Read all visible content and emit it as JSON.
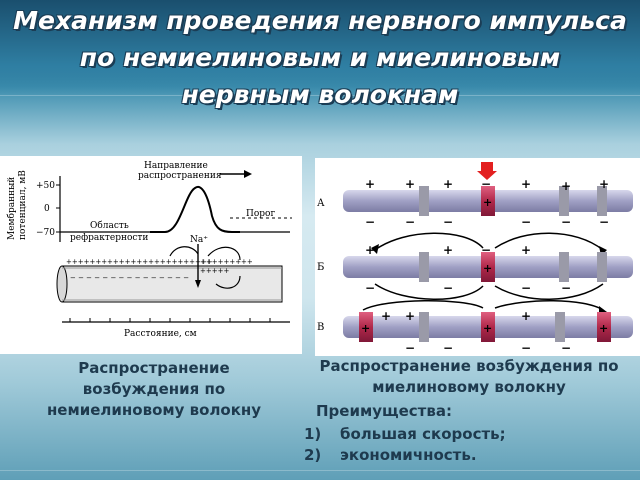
{
  "title": {
    "line1": "Механизм проведения нервного импульса",
    "line2": "по немиелиновым и миелиновым",
    "line3": "нервным волокнам"
  },
  "left_figure": {
    "direction_label_1": "Направление",
    "direction_label_2": "распространения",
    "ylabel_1": "Мембранный",
    "ylabel_2": "потенциал, мВ",
    "tick_top": "+50",
    "tick_mid": "0",
    "tick_bottom": "−70",
    "threshold_label": "Порог",
    "refractory_label_1": "Область",
    "refractory_label_2": "рефрактерности",
    "ion_label": "Na⁺",
    "xlabel": "Расстояние, см"
  },
  "right_figure": {
    "row_labels": [
      "А",
      "Б",
      "В"
    ]
  },
  "captions": {
    "left_line1": "Распространение",
    "left_line2": "возбуждения по",
    "left_line3": "немиелиновому волокну",
    "right_line1": "Распространение возбуждения по",
    "right_line2": "миелиновому волокну"
  },
  "advantages": {
    "heading": "Преимущества:",
    "items": [
      {
        "num": "1)",
        "text": "большая скорость;"
      },
      {
        "num": "2)",
        "text": "экономичность."
      }
    ]
  },
  "colors": {
    "axon_gray": "#a8a8c8",
    "node_red": "#b0284a",
    "marker_red": "#e32020"
  }
}
